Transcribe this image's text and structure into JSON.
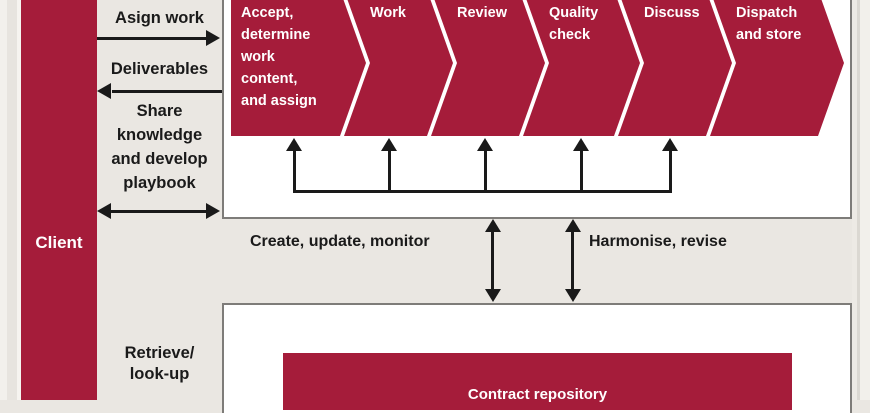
{
  "palette": {
    "crimson": "#A51C3A",
    "page_bg": "#EAE7E2",
    "panel_bg": "#FFFFFF",
    "panel_border": "#7E7C79",
    "arrow_black": "#1A1A1A",
    "text_white": "#FFFFFF"
  },
  "client": {
    "label": "Client"
  },
  "left_flows": {
    "assign": "Asign work",
    "deliverables": "Deliverables",
    "share": "Share\nknowledge\nand develop\nplaybook",
    "retrieve": "Retrieve/\nlook-up"
  },
  "workflow": {
    "steps": [
      {
        "label": "Accept,\ndetermine\nwork\ncontent,\nand assign"
      },
      {
        "label": "Work"
      },
      {
        "label": "Review"
      },
      {
        "label": "Quality\ncheck"
      },
      {
        "label": "Discuss"
      },
      {
        "label": "Dispatch\nand store"
      }
    ]
  },
  "repository_links": {
    "create": "Create, update, monitor",
    "harmonise": "Harmonise, revise"
  },
  "repository": {
    "label": "Contract repository"
  }
}
